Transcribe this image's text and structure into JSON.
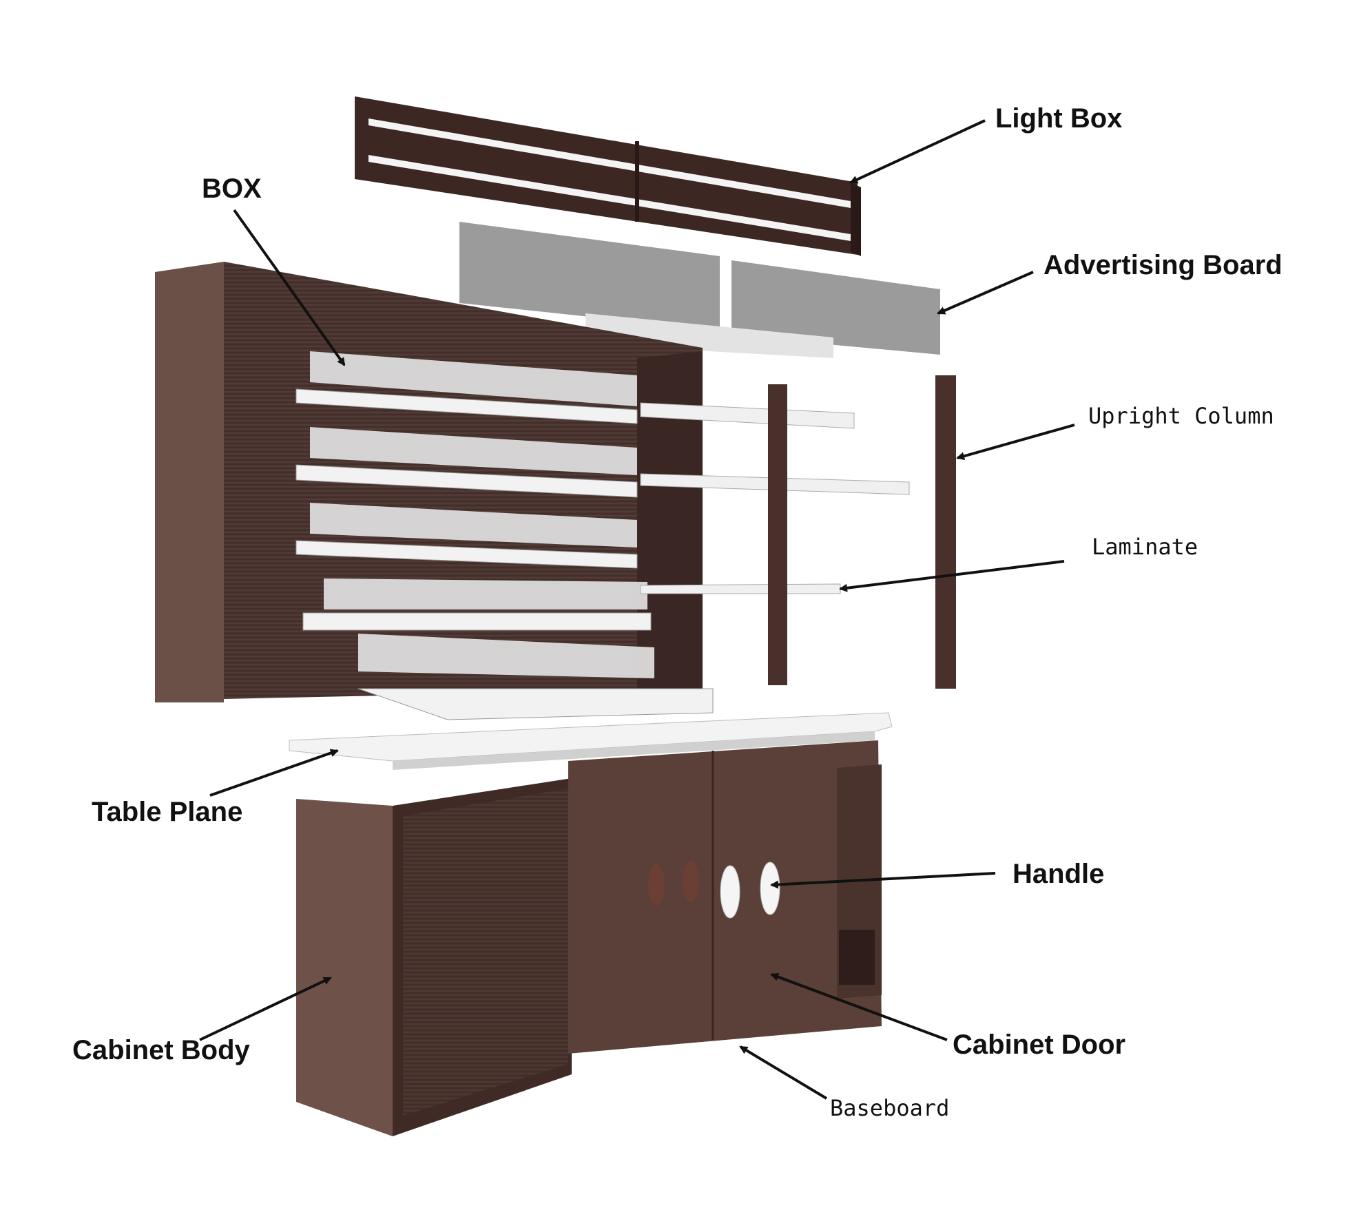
{
  "colors": {
    "wood_dark": "#3f2a26",
    "wood_mid": "#5a4038",
    "wood_light": "#6e5249",
    "glass": "#e8e8e8",
    "shelf": "#f2f2f2",
    "panel_gray": "#9a9a9a",
    "label": "#111111"
  },
  "labels": {
    "light_box": "Light Box",
    "box": "BOX",
    "advertising_board": "Advertising Board",
    "upright_column": "Upright Column",
    "laminate": "Laminate",
    "table_plane": "Table Plane",
    "handle": "Handle",
    "cabinet_body": "Cabinet Body",
    "cabinet_door": "Cabinet Door",
    "baseboard": "Baseboard"
  }
}
